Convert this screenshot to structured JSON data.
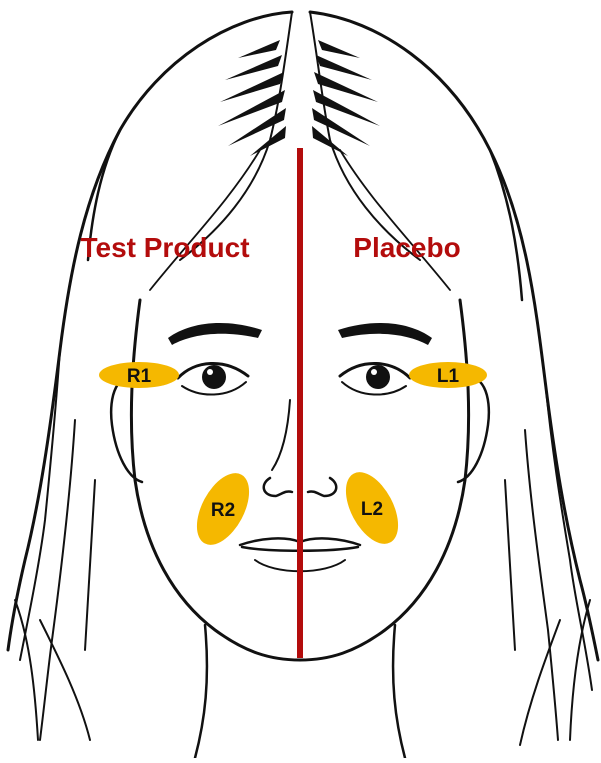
{
  "labels": {
    "left_side": "Test Product",
    "right_side": "Placebo"
  },
  "zones": [
    {
      "id": "R1",
      "label": "R1"
    },
    {
      "id": "R2",
      "label": "R2"
    },
    {
      "id": "L1",
      "label": "L1"
    },
    {
      "id": "L2",
      "label": "L2"
    }
  ],
  "colors": {
    "divider": "#b30c0c",
    "label_text": "#b30c0c",
    "zone_fill": "#f5b800",
    "zone_text": "#111111",
    "line_art": "#111111"
  }
}
